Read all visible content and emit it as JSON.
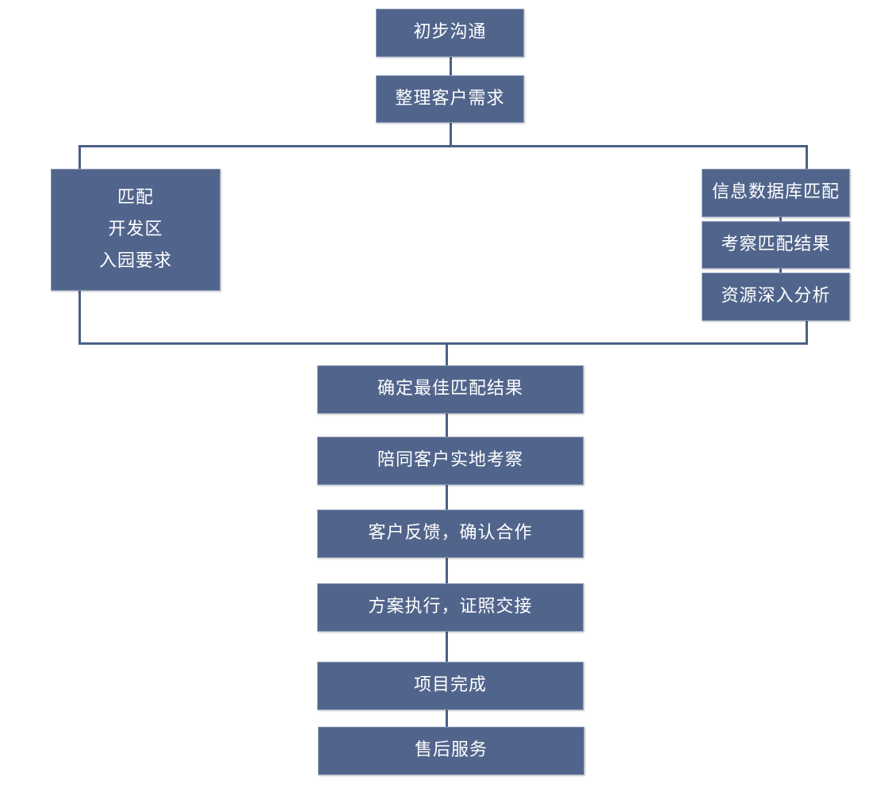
{
  "colors": {
    "box_fill": "#51658c",
    "connector": "#4a6087",
    "box_text": "#ffffff",
    "background": "#ffffff"
  },
  "flowchart": {
    "step_initial_communication": "初步沟通",
    "step_organize_requirements": "整理客户需求",
    "branch_left": {
      "lines": [
        "匹配",
        "开发区",
        "入园要求"
      ]
    },
    "branch_right": {
      "step_database_match": "信息数据库匹配",
      "step_inspect_results": "考察匹配结果",
      "step_resource_analysis": "资源深入分析"
    },
    "step_best_match": "确定最佳匹配结果",
    "step_site_visit": "陪同客户实地考察",
    "step_feedback_confirm": "客户反馈，确认合作",
    "step_execution": "方案执行，证照交接",
    "step_project_complete": "项目完成",
    "step_after_sales": "售后服务"
  }
}
